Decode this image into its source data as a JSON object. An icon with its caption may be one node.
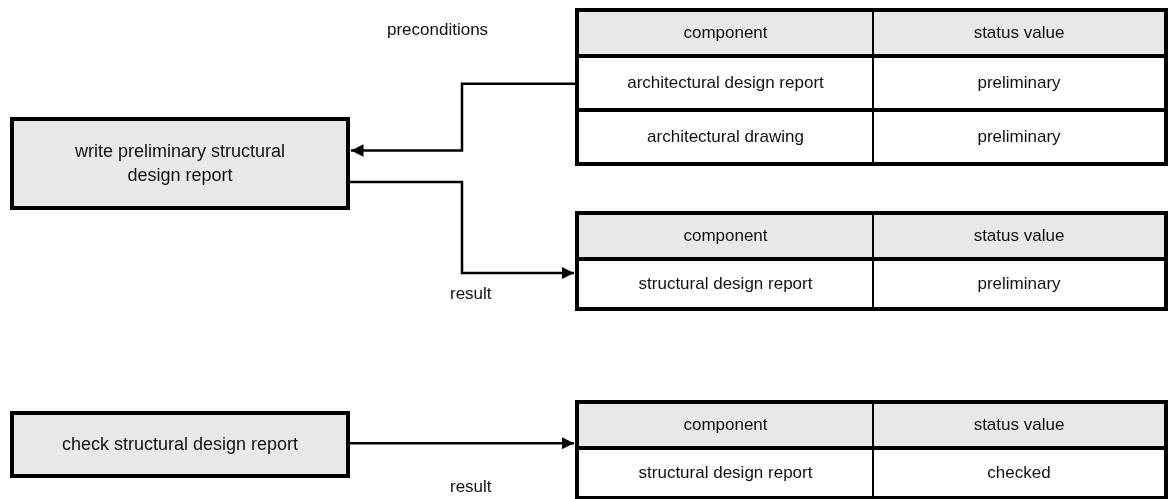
{
  "diagram": {
    "nodes": [
      {
        "text": [
          "write preliminary structural design report"
        ]
      },
      {
        "text": [
          "component",
          "status value",
          "architectural design report",
          "preliminary",
          "architectural drawing",
          "preliminary"
        ]
      },
      {
        "text": [
          "component",
          "status value",
          "structural design report",
          "preliminary"
        ]
      },
      {
        "text": [
          "check structural design report"
        ]
      },
      {
        "text": [
          "component",
          "status value",
          "structural design report",
          "checked"
        ]
      }
    ],
    "edges": [
      {
        "from": 1,
        "to": 0,
        "arrow": "to",
        "label": "preconditions"
      },
      {
        "from": 0,
        "to": 2,
        "arrow": "to",
        "label": "result"
      },
      {
        "from": 3,
        "to": 4,
        "arrow": "to",
        "label": "result"
      }
    ]
  }
}
